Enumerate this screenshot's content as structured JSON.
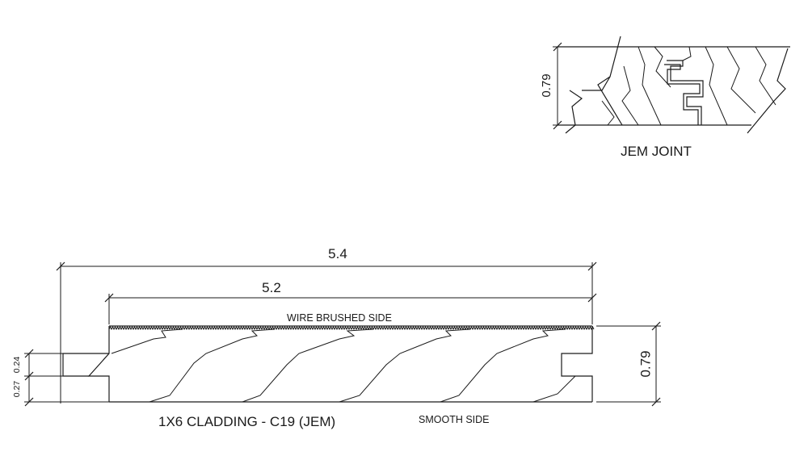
{
  "joint_detail": {
    "thickness": "0.79",
    "caption": "JEM JOINT"
  },
  "board": {
    "overall_width": "5.4",
    "face_width": "5.2",
    "thickness": "0.79",
    "tongue_upper": "0.24",
    "tongue_lower": "0.27",
    "top_face_label": "WIRE BRUSHED SIDE",
    "bottom_face_label": "SMOOTH SIDE",
    "title": "1X6 CLADDING  -  C19 (JEM)"
  },
  "colors": {
    "line": "#1a1a1a",
    "background": "#ffffff"
  }
}
